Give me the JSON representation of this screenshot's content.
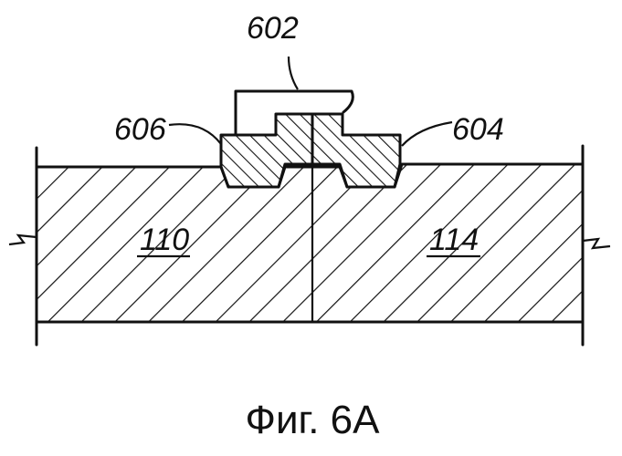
{
  "figure": {
    "labels": {
      "bracket": "602",
      "left_insert": "606",
      "right_insert": "604",
      "left_panel": "110",
      "right_panel": "114"
    },
    "caption": "Фиг. 6A"
  }
}
